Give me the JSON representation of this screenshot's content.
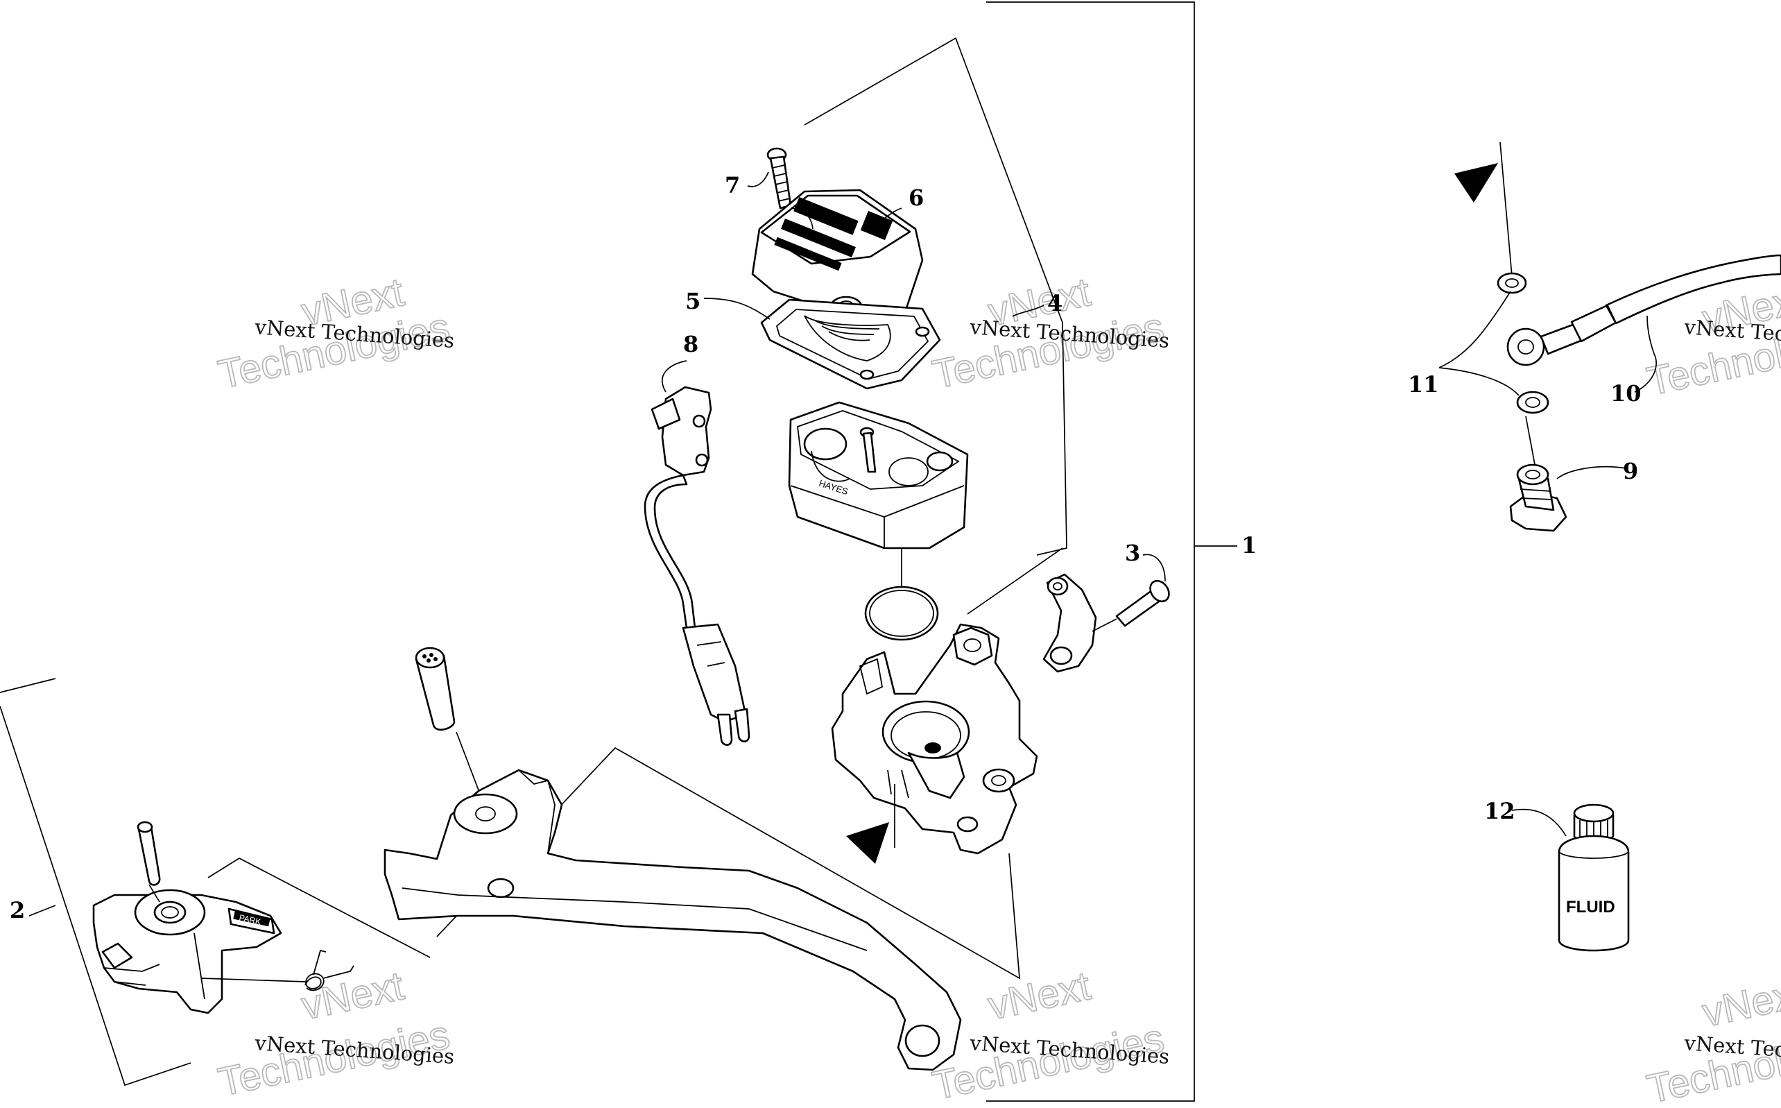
{
  "callouts": {
    "c1": "1",
    "c2": "2",
    "c3": "3",
    "c4": "4",
    "c5": "5",
    "c6": "6",
    "c7": "7",
    "c8": "8",
    "c9": "9",
    "c10": "10",
    "c11": "11",
    "c12": "12"
  },
  "watermarks": {
    "small_text": "vNext Technologies",
    "big_line1": "vNext",
    "big_line2": "Technologies"
  },
  "labels": {
    "fluid": "FLUID"
  }
}
